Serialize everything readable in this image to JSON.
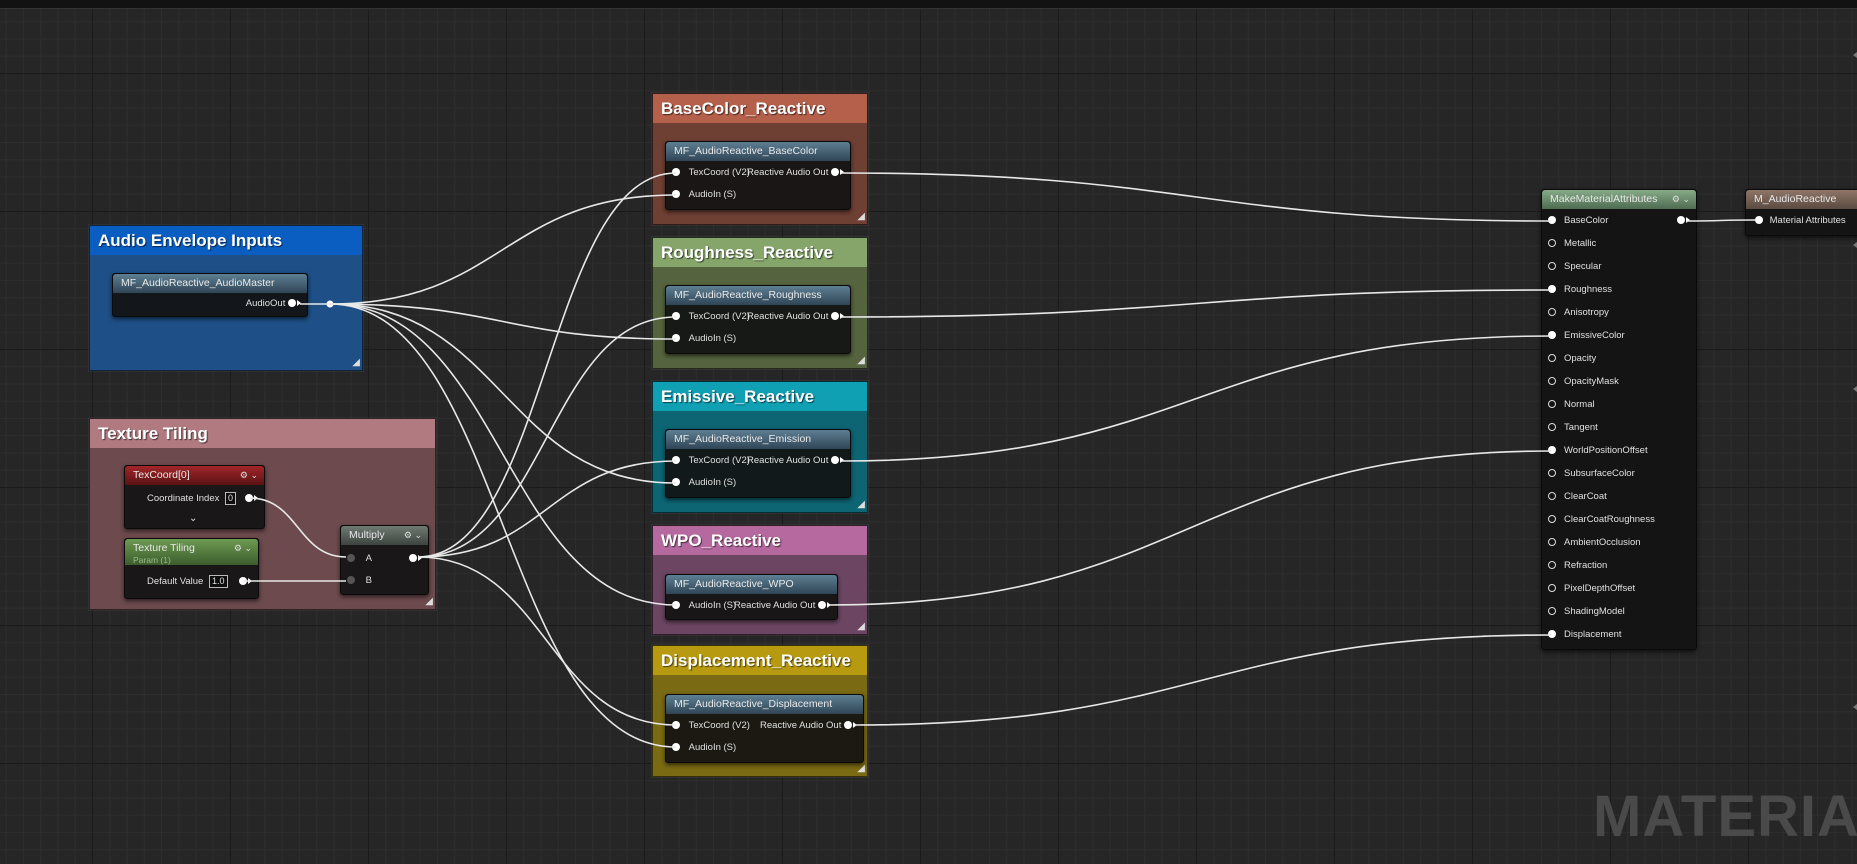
{
  "watermark": "MATERIAL",
  "comments": {
    "audio_envelope": {
      "title": "Audio Envelope Inputs",
      "color": "#1e4f86",
      "header": "#0a5ec2"
    },
    "texture_tiling": {
      "title": "Texture Tiling",
      "color": "#6c4a4d",
      "header": "#b07a80"
    },
    "basecolor": {
      "title": "BaseColor_Reactive",
      "color": "#6e3f33",
      "header": "#b4604b"
    },
    "roughness": {
      "title": "Roughness_Reactive",
      "color": "#55633e",
      "header": "#86a56a"
    },
    "emissive": {
      "title": "Emissive_Reactive",
      "color": "#0d6473",
      "header": "#0fa0b4"
    },
    "wpo": {
      "title": "WPO_Reactive",
      "color": "#6b4561",
      "header": "#b5699e"
    },
    "displacement": {
      "title": "Displacement_Reactive",
      "color": "#7a6a13",
      "header": "#b89a10"
    }
  },
  "nodes": {
    "audio_master": {
      "title": "MF_AudioReactive_AudioMaster",
      "out": "AudioOut"
    },
    "texcoord": {
      "title": "TexCoord[0]",
      "coord_label": "Coordinate Index",
      "coord_value": "0"
    },
    "tiling_param": {
      "title": "Texture Tiling",
      "subtitle": "Param (1)",
      "default_label": "Default Value",
      "default_value": "1.0"
    },
    "multiply": {
      "title": "Multiply",
      "a": "A",
      "b": "B"
    },
    "basecolor_fn": {
      "title": "MF_AudioReactive_BaseColor",
      "in1": "TexCoord (V2)",
      "in2": "AudioIn (S)",
      "out": "Reactive Audio Out"
    },
    "roughness_fn": {
      "title": "MF_AudioReactive_Roughness",
      "in1": "TexCoord (V2)",
      "in2": "AudioIn (S)",
      "out": "Reactive Audio Out"
    },
    "emission_fn": {
      "title": "MF_AudioReactive_Emission",
      "in1": "TexCoord (V2)",
      "in2": "AudioIn (S)",
      "out": "Reactive Audio Out"
    },
    "wpo_fn": {
      "title": "MF_AudioReactive_WPO",
      "in1": "AudioIn (S)",
      "out": "Reactive Audio Out"
    },
    "displacement_fn": {
      "title": "MF_AudioReactive_Displacement",
      "in1": "TexCoord (V2)",
      "in2": "AudioIn (S)",
      "out": "Reactive Audio Out"
    },
    "make_attrs": {
      "title": "MakeMaterialAttributes",
      "pins": [
        "BaseColor",
        "Metallic",
        "Specular",
        "Roughness",
        "Anisotropy",
        "EmissiveColor",
        "Opacity",
        "OpacityMask",
        "Normal",
        "Tangent",
        "WorldPositionOffset",
        "SubsurfaceColor",
        "ClearCoat",
        "ClearCoatRoughness",
        "AmbientOcclusion",
        "Refraction",
        "PixelDepthOffset",
        "ShadingModel",
        "Displacement"
      ],
      "connected": [
        0,
        3,
        5,
        10,
        18
      ]
    },
    "result": {
      "title": "M_AudioReactive",
      "pin": "Material Attributes"
    }
  }
}
